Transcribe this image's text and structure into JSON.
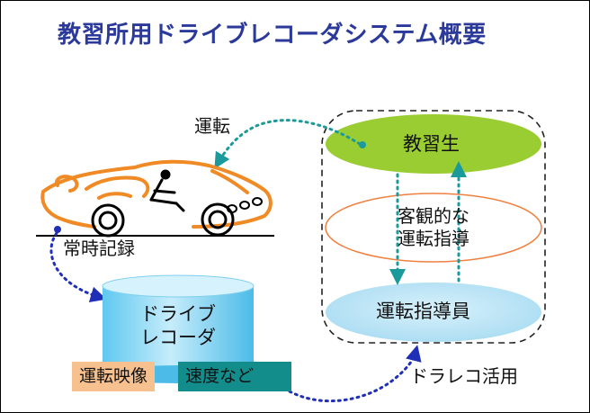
{
  "title": "教習所用ドライブレコーダシステム概要",
  "labels": {
    "driving": "運転",
    "always_record": "常時記録",
    "drarec_use": "ドラレコ活用"
  },
  "recorder": {
    "line1": "ドライブ",
    "line2": "レコーダ"
  },
  "tags": {
    "video": "運転映像",
    "speed": "速度など"
  },
  "people": {
    "student": "教習生",
    "guidance_line1": "客観的な",
    "guidance_line2": "運転指導",
    "instructor": "運転指導員"
  },
  "colors": {
    "title": "#2b3a9a",
    "student_fill": "#9acd32",
    "instructor_fill": "#bfe6f5",
    "guidance_stroke": "#f08040",
    "car_stroke": "#f08a24",
    "arrow_teal": "#1a9a9a",
    "arrow_blue": "#1f2fb8",
    "tag_video_bg": "#f6c08f",
    "tag_speed_bg": "#138c8c"
  }
}
